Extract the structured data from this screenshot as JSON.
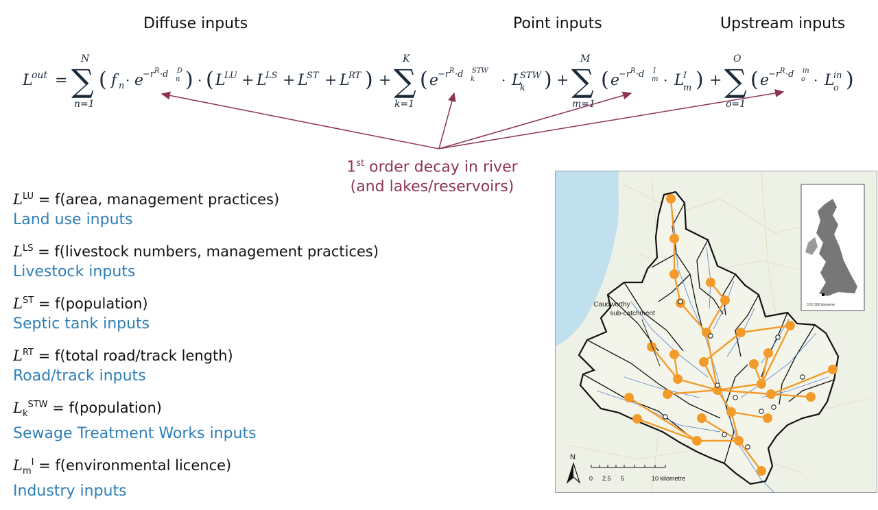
{
  "headers": {
    "diffuse": "Diffuse inputs",
    "point": "Point inputs",
    "upstream": "Upstream inputs"
  },
  "equation": {
    "lhs": "L^out",
    "sums": [
      {
        "index": "n=1",
        "upper": "N",
        "term": "(f_n · e^{-r^R·d_n^D}) · (L^LU + L^LS + L^ST + L^RT)"
      },
      {
        "index": "k=1",
        "upper": "K",
        "term": "(e^{-r^R·d_k^STW} · L_k^STW)"
      },
      {
        "index": "m=1",
        "upper": "M",
        "term": "(e^{-r^R·d_m^I} · L_m^I)"
      },
      {
        "index": "o=1",
        "upper": "O",
        "term": "(e^{-r^R·d_o^in} · L_o^in)"
      }
    ]
  },
  "decay": {
    "ordinal": "1",
    "ordinal_sup": "st",
    "line1_rest": " order decay in river",
    "line2": "(and lakes/reservoirs)"
  },
  "definitions": [
    {
      "sym": "L",
      "sup": "LU",
      "sub": "",
      "expr": " = f(area, management practices)",
      "category": "Land use inputs"
    },
    {
      "sym": "L",
      "sup": "LS",
      "sub": "",
      "expr": " = f(livestock numbers, management practices)",
      "category": "Livestock inputs"
    },
    {
      "sym": "L",
      "sup": "ST",
      "sub": "",
      "expr": " = f(population)",
      "category": "Septic tank inputs"
    },
    {
      "sym": "L",
      "sup": "RT",
      "sub": "",
      "expr": " = f(total road/track length)",
      "category": "Road/track inputs"
    },
    {
      "sym": "L",
      "sup": "STW",
      "sub": "k",
      "expr": " = f(population)",
      "category": "Sewage Treatment Works inputs"
    },
    {
      "sym": "L",
      "sup": "I",
      "sub": "m",
      "expr": " = f(environmental licence)",
      "category": "Industry inputs"
    }
  ],
  "map": {
    "callout": [
      "Caudworthy",
      "sub-catchment"
    ],
    "north": "N",
    "scale_ticks": [
      "0",
      "2.5",
      "5",
      "10 kilometre"
    ],
    "inset_scale": "0  50    200 kilometre",
    "colors": {
      "node": "#f39b2a",
      "link": "#f39b2a",
      "boundary": "#111111",
      "river": "#4a78c8",
      "sea": "#bfe0ec"
    }
  },
  "colors": {
    "arrow": "#8e3356",
    "category": "#2e7fb8"
  }
}
